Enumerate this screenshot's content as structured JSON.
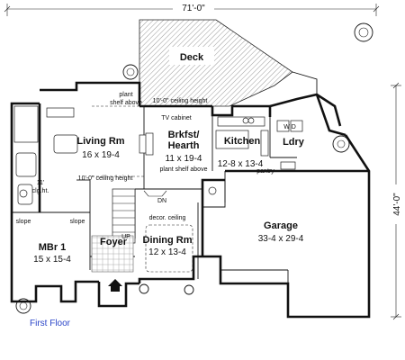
{
  "caption": "First Floor",
  "dimensions": {
    "width": "71'-0\"",
    "depth": "44'-0\""
  },
  "rooms": {
    "deck": {
      "name": "Deck"
    },
    "living": {
      "name": "Living Rm",
      "size": "16 x 19-4"
    },
    "brkfst": {
      "name1": "Brkfst/",
      "name2": "Hearth",
      "size": "11 x 19-4"
    },
    "kitchen": {
      "name": "Kitchen",
      "size": "12-8 x 13-4"
    },
    "laundry": {
      "name": "Ldry",
      "wd": "W D"
    },
    "mbr": {
      "name": "MBr 1",
      "size": "15 x 15-4"
    },
    "foyer": {
      "name": "Foyer"
    },
    "dining": {
      "name": "Dining Rm",
      "size": "12 x 13-4"
    },
    "garage": {
      "name": "Garage",
      "size": "33-4 x 29-4"
    }
  },
  "notes": {
    "plant_shelf_1": "plant",
    "plant_shelf_2": "shelf above",
    "ceiling_10_top": "10'-0\" ceiling height",
    "tv_cabinet": "TV cabinet",
    "plant_shelf_above": "plant shelf above",
    "ceiling_10_bottom": "10'-0\" ceiling height",
    "pantry": "pantry",
    "dn": "DN",
    "up": "UP",
    "decor_ceiling": "decor. ceiling",
    "clg_ht_1": "11'",
    "clg_ht_2": "clg.ht.",
    "slope_left": "slope",
    "slope_right": "slope"
  }
}
